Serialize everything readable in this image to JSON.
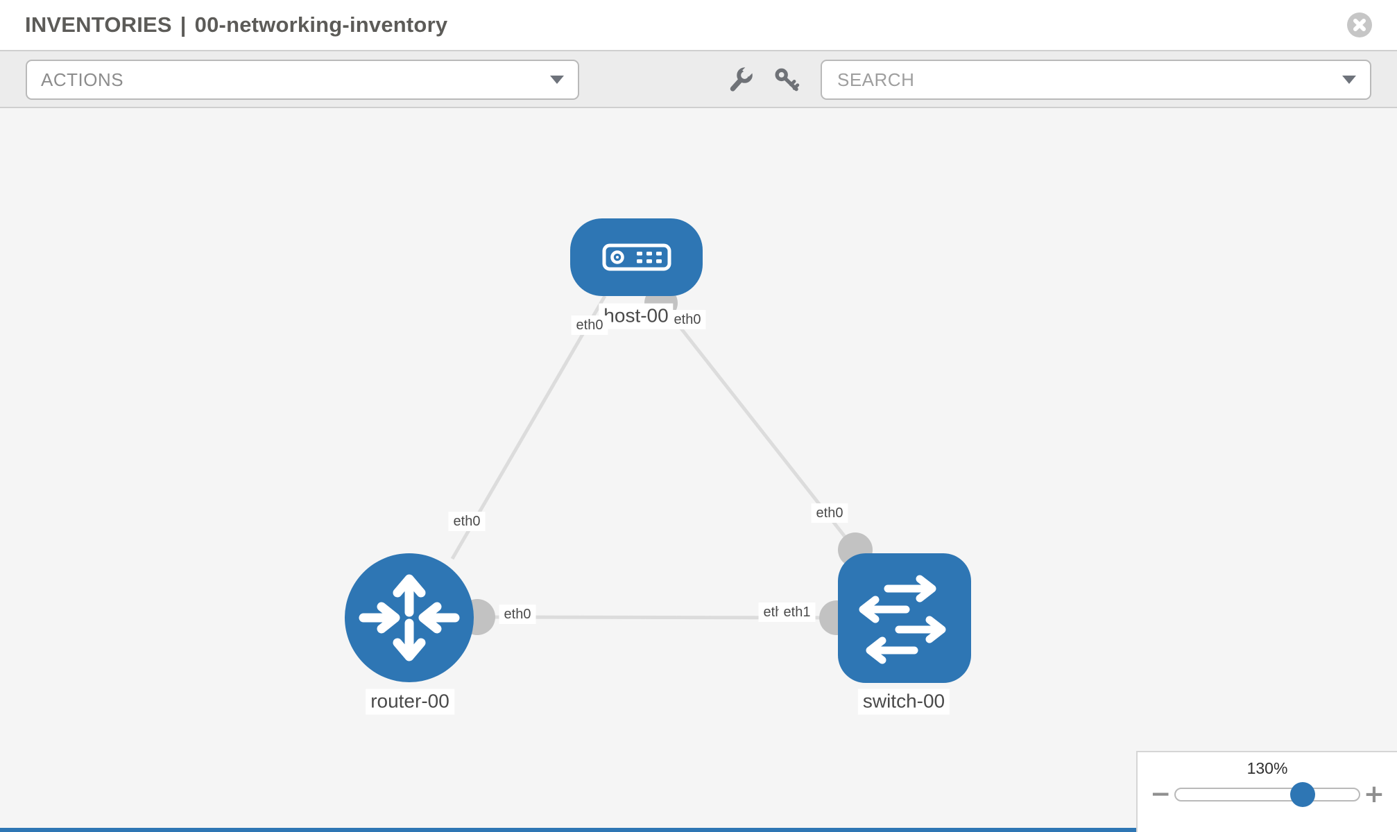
{
  "header": {
    "section": "INVENTORIES",
    "separator": "|",
    "title": "00-networking-inventory",
    "close_icon": "close-icon"
  },
  "toolbar": {
    "actions": {
      "label": "ACTIONS"
    },
    "icons": [
      "wrench-icon",
      "key-icon"
    ],
    "search": {
      "placeholder": "SEARCH"
    }
  },
  "topology": {
    "nodes": [
      {
        "id": "host-00",
        "type": "host",
        "label": "host-00"
      },
      {
        "id": "router-00",
        "type": "router",
        "label": "router-00"
      },
      {
        "id": "switch-00",
        "type": "switch",
        "label": "switch-00"
      }
    ],
    "edges": [
      {
        "source": "host-00",
        "target": "router-00",
        "source_interface": "eth0",
        "target_interface": "eth0"
      },
      {
        "source": "host-00",
        "target": "switch-00",
        "source_interface": "eth0",
        "target_interface": "eth0"
      },
      {
        "source": "router-00",
        "target": "switch-00",
        "source_interface": "eth0",
        "target_interface": "eth1",
        "overlapped_interface_label": "eth0"
      }
    ]
  },
  "zoom_control": {
    "level": "130%",
    "decrease": "−",
    "increase": "+"
  },
  "colors": {
    "node_blue": "#2e76b4",
    "endpoint_gray": "#c2c2c2",
    "edge_gray": "#dcdcdc",
    "canvas_bg": "#f5f5f5",
    "toolbar_bg": "#ececec",
    "title_text": "#5c5b58"
  }
}
